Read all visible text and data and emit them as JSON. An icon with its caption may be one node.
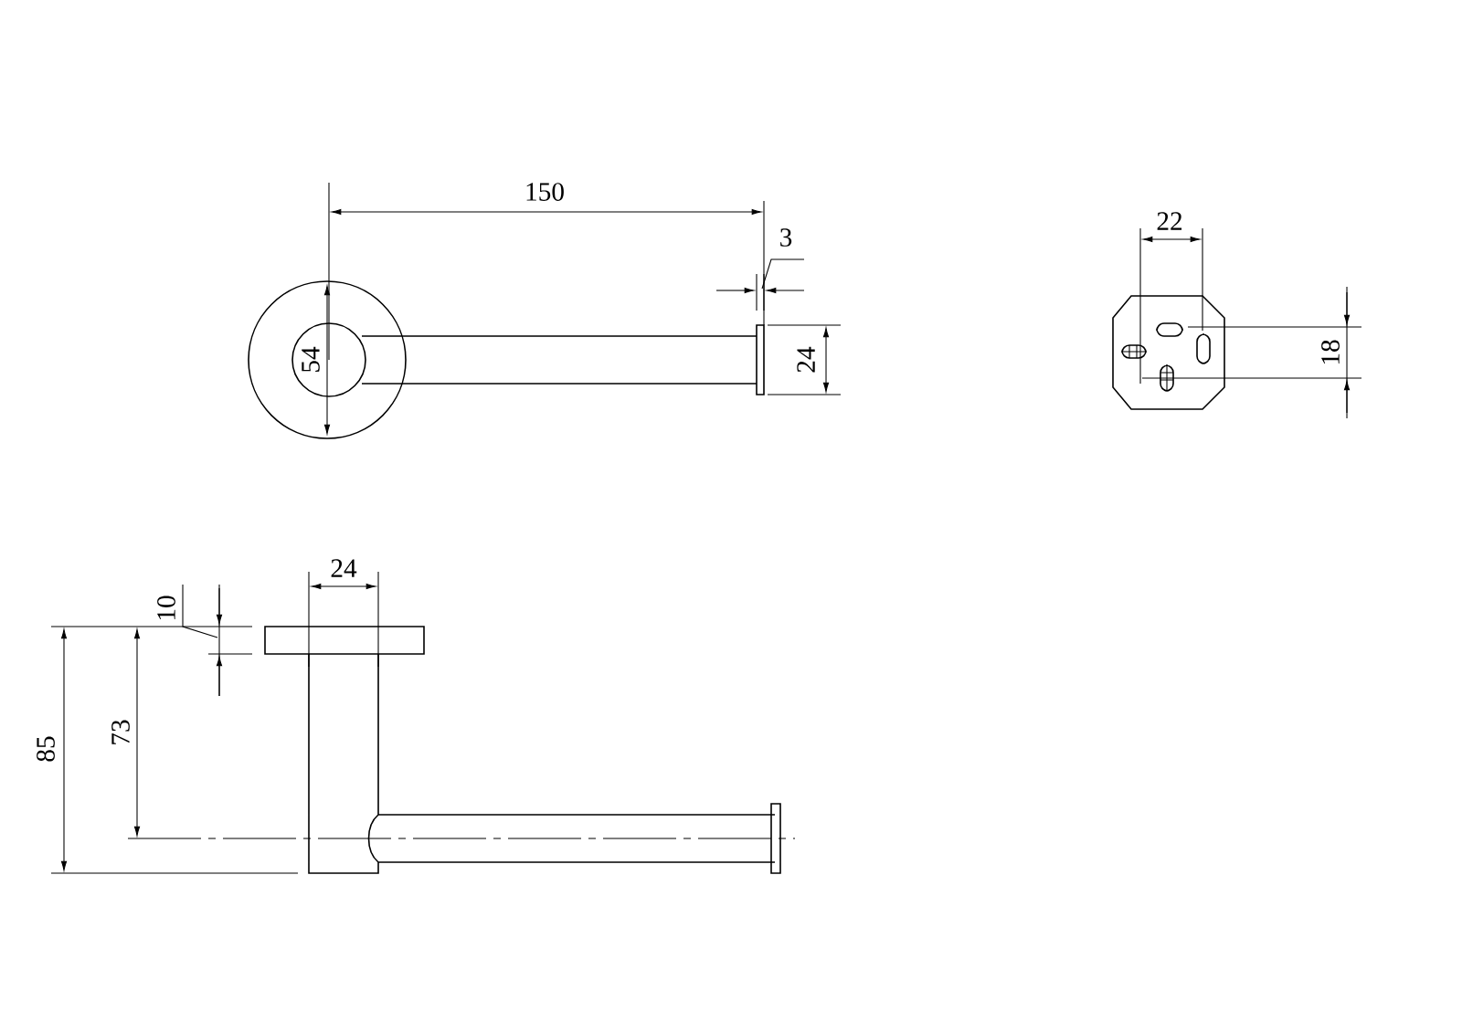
{
  "diagram": {
    "labels": [
      "150",
      "3",
      "54",
      "24",
      "22",
      "18",
      "24",
      "10",
      "85",
      "73"
    ]
  }
}
